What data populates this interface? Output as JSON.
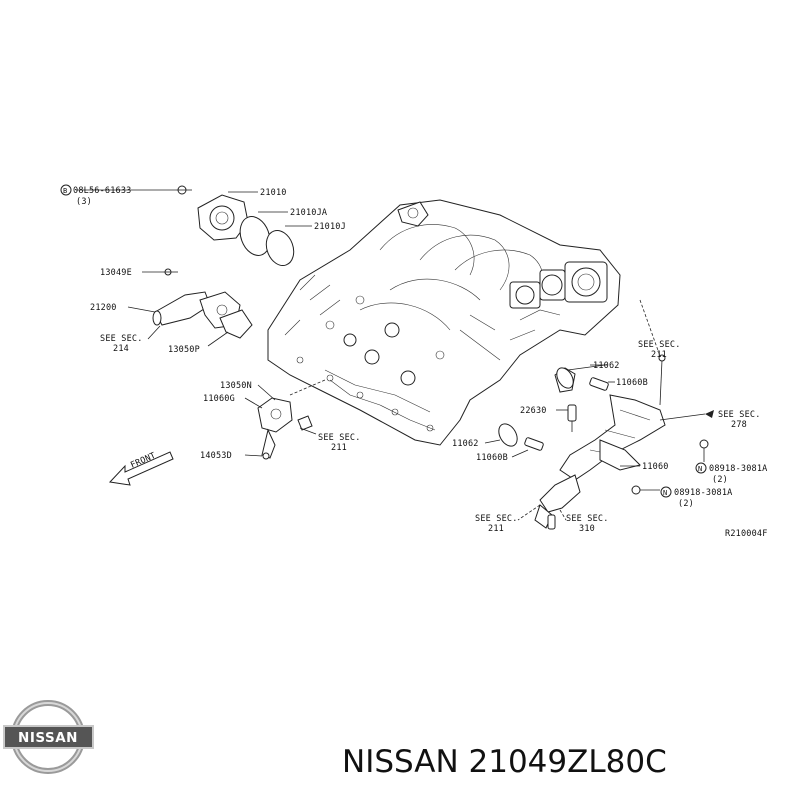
{
  "labels": {
    "bolt_08156": "08L56-61633",
    "bolt_08156_qty": "(3)",
    "p21010": "21010",
    "p21010ja": "21010JA",
    "p21010j": "21010J",
    "p13049e": "13049E",
    "p21200": "21200",
    "see_sec_214_a": "SEE SEC.",
    "see_sec_214_b": "214",
    "p13050p": "13050P",
    "p13050n": "13050N",
    "p11060g": "11060G",
    "p14053d": "14053D",
    "see_sec_211_left_a": "SEE SEC.",
    "see_sec_211_left_b": "211",
    "front": "FRONT",
    "see_sec_211_top_a": "SEE SEC.",
    "see_sec_211_top_b": "211",
    "p11062_top": "11062",
    "p11060b_top": "11060B",
    "see_sec_278_a": "SEE SEC.",
    "see_sec_278_b": "278",
    "p22630": "22630",
    "p11062_low": "11062",
    "p11060b_low": "11060B",
    "p11060": "11060",
    "nut_n1": "08918-3081A",
    "nut_n1_qty": "(2)",
    "nut_n2": "08918-3081A",
    "nut_n2_qty": "(2)",
    "see_sec_211_bot_a": "SEE SEC.",
    "see_sec_211_bot_b": "211",
    "see_sec_310_a": "SEE SEC.",
    "see_sec_310_b": "310",
    "ref_code": "R210004F",
    "circle_b": "B",
    "circle_n1": "N",
    "circle_n2": "N"
  },
  "brand": {
    "logo_text": "NISSAN",
    "part_title": "NISSAN 21049ZL80C"
  }
}
